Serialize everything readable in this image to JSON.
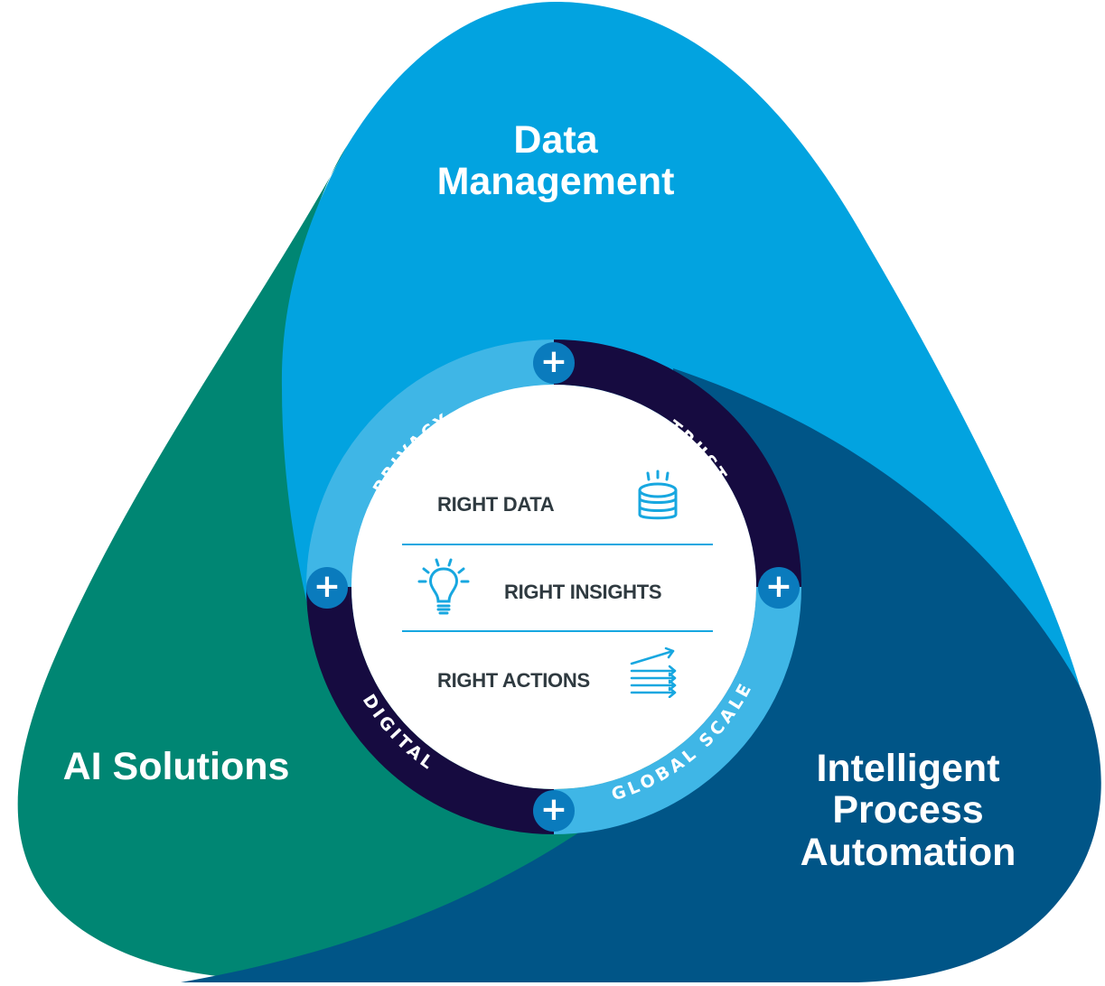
{
  "colors": {
    "data_management": "#02a3e0",
    "ai_solutions": "#008673",
    "intelligent_process_automation": "#005587",
    "ring_light": "#3fb6e6",
    "ring_dark": "#160b40",
    "plus_circle": "#0a7bbd",
    "icon_accent": "#17a7e0",
    "center_text": "#2f3a40"
  },
  "lobes": {
    "data_management": {
      "line1": "Data",
      "line2": "Management"
    },
    "ai_solutions": {
      "line1": "AI Solutions"
    },
    "intelligent_process_automation": {
      "line1": "Intelligent",
      "line2": "Process",
      "line3": "Automation"
    }
  },
  "ring": {
    "segments": [
      {
        "label": "PRIVACY",
        "tone": "light"
      },
      {
        "label": "TRUST",
        "tone": "dark"
      },
      {
        "label": "GLOBAL SCALE",
        "tone": "light"
      },
      {
        "label": "DIGITAL",
        "tone": "dark"
      }
    ],
    "connector_symbol": "+"
  },
  "center": {
    "rows": [
      {
        "label": "RIGHT DATA",
        "icon": "database-icon"
      },
      {
        "label": "RIGHT INSIGHTS",
        "icon": "lightbulb-icon"
      },
      {
        "label": "RIGHT ACTIONS",
        "icon": "arrows-icon"
      }
    ]
  }
}
